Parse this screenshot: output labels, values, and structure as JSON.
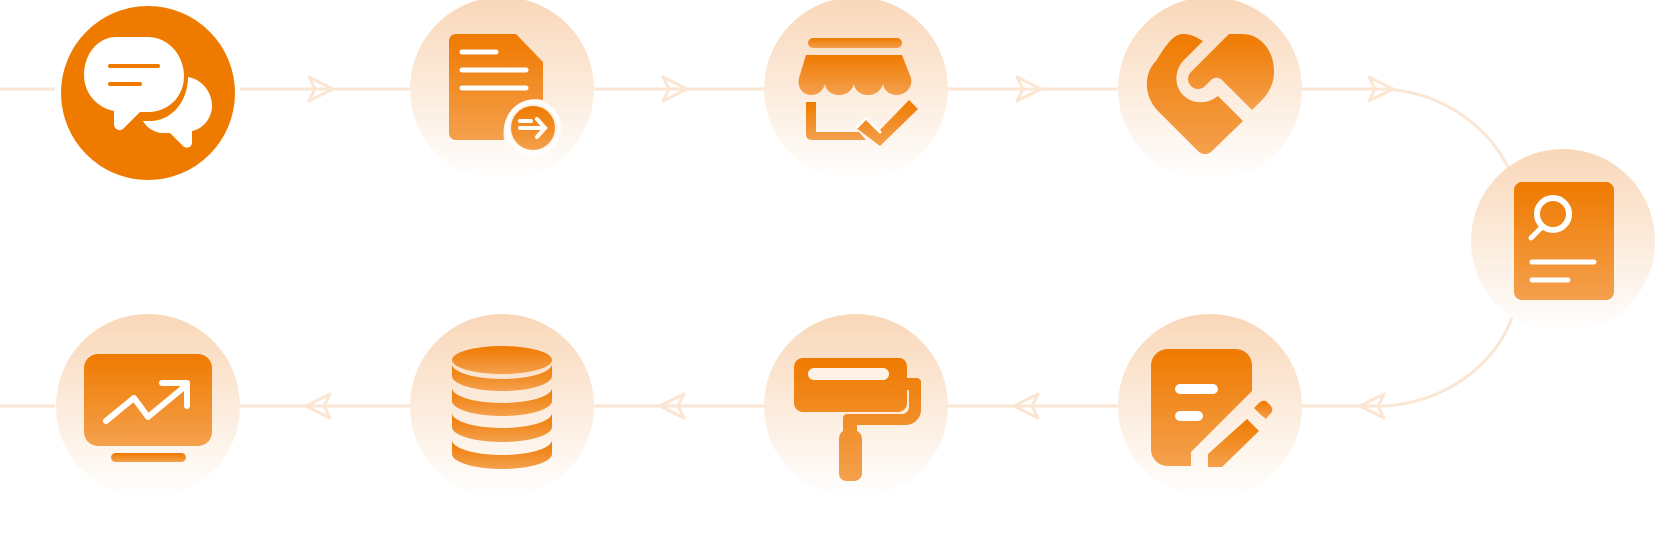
{
  "colors": {
    "accent": "#EF7A00",
    "accent_light": "#F4A04D",
    "circle_top": "#F9D7B8",
    "circle_bottom": "#FFFFFF",
    "connector": "#FBE6D4",
    "icon_on_light": "#EF7A00",
    "icon_on_dark": "#FFFFFF"
  },
  "flow": {
    "steps": [
      {
        "id": "consult",
        "icon": "chat-bubbles-icon",
        "active": true
      },
      {
        "id": "requirements",
        "icon": "document-export-icon",
        "active": false
      },
      {
        "id": "store-setup",
        "icon": "storefront-check-icon",
        "active": false
      },
      {
        "id": "agreement",
        "icon": "handshake-icon",
        "active": false
      },
      {
        "id": "review",
        "icon": "profile-document-icon",
        "active": false
      },
      {
        "id": "design",
        "icon": "document-edit-icon",
        "active": false
      },
      {
        "id": "decoration",
        "icon": "paint-roller-icon",
        "active": false
      },
      {
        "id": "database",
        "icon": "database-stack-icon",
        "active": false
      },
      {
        "id": "analytics",
        "icon": "trend-monitor-icon",
        "active": false
      }
    ]
  }
}
